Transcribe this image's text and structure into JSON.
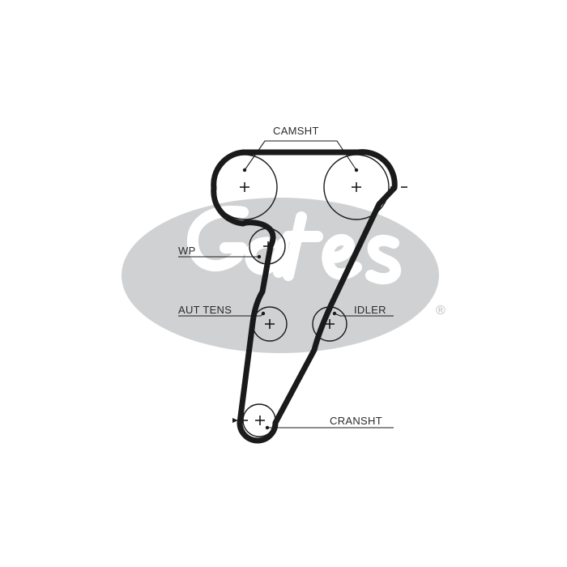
{
  "brand": {
    "watermark_text": "Gates",
    "registered_mark": "®",
    "watermark_color": "#cfd1d3"
  },
  "diagram": {
    "belt_color": "#1a1a1a",
    "labels": {
      "camshaft": "CAMSHT",
      "water_pump": "WP",
      "auto_tensioner": "AUT TENS",
      "idler": "IDLER",
      "crankshaft": "CRANSHT"
    }
  }
}
